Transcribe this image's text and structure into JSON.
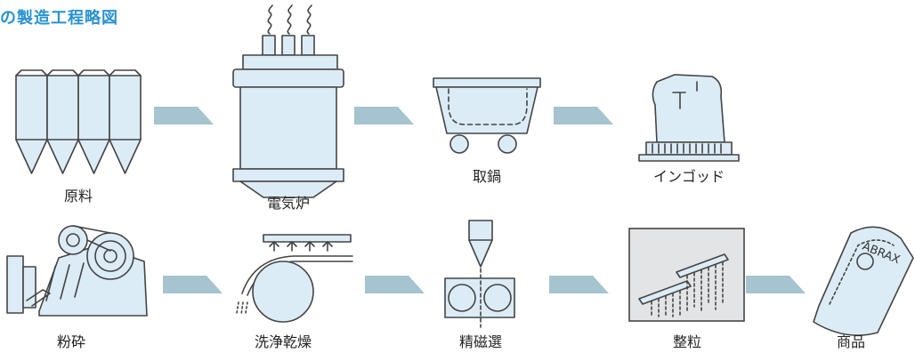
{
  "title": "の製造工程略図",
  "colors": {
    "title": "#2a93cf",
    "equipment_fill": "#dcecf6",
    "arrow": "#a6c3d0",
    "outline": "#444444"
  },
  "top_row": [
    {
      "label": "原料",
      "icon": "silo-icon"
    },
    {
      "label": "電気炉",
      "icon": "electric-furnace-icon"
    },
    {
      "label": "取鍋",
      "icon": "ladle-cart-icon"
    },
    {
      "label": "インゴッド",
      "icon": "ingot-icon"
    }
  ],
  "bottom_row": [
    {
      "label": "粉砕",
      "icon": "crusher-icon"
    },
    {
      "label": "洗浄乾燥",
      "icon": "wash-dry-icon"
    },
    {
      "label": "精磁選",
      "icon": "magnetic-separator-icon"
    },
    {
      "label": "整粒",
      "icon": "sizing-screen-icon"
    },
    {
      "label": "商品",
      "icon": "product-bag-icon"
    }
  ],
  "product_bag_text": "ABRAX"
}
